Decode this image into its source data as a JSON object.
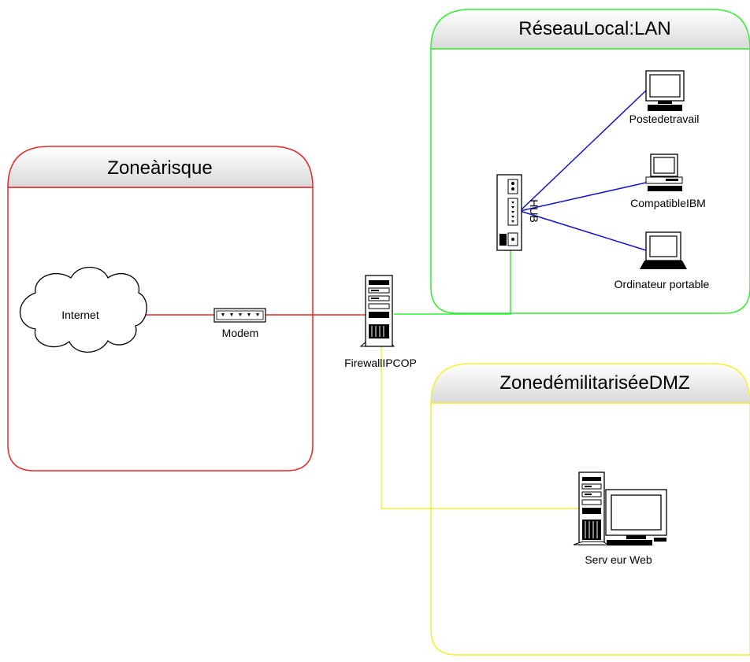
{
  "zones": {
    "risk": {
      "title": "Zoneàrisque",
      "color": "#e8262b"
    },
    "lan": {
      "title": "RéseauLocal:LAN",
      "color": "#33ee33"
    },
    "dmz": {
      "title": "ZonedémilitariséeDMZ",
      "color": "#f5f032"
    }
  },
  "nodes": {
    "internet": "Internet",
    "modem": "Modem",
    "firewall": "FirewallIPCOP",
    "hub": "HUB",
    "workstation": "Postedetravail",
    "ibm": "CompatibleIBM",
    "laptop": "Ordinateur portable",
    "webserver": "Serv eur Web"
  },
  "links": {
    "lan_color": "#1414c8"
  }
}
